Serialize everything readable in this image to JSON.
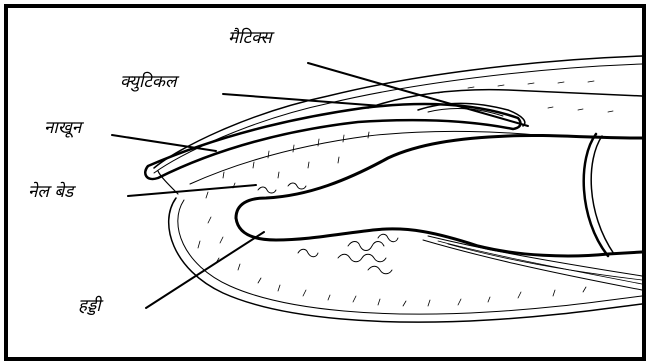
{
  "diagram": {
    "labels": {
      "matrix": "मैटिक्स",
      "cuticle": "क्युटिकल",
      "nail": "नाखून",
      "nail_bed": "नेल बेड",
      "bone": "हड्डी"
    },
    "colors": {
      "line": "#000000",
      "background": "#ffffff"
    }
  }
}
